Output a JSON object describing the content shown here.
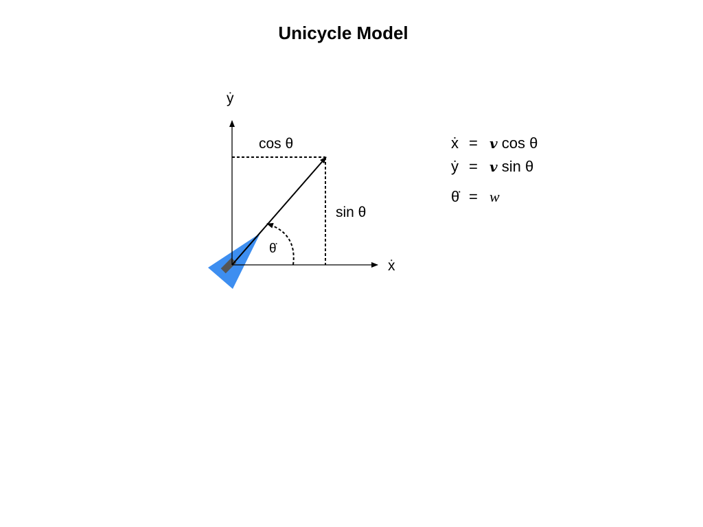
{
  "title": "Unicycle Model",
  "diagram": {
    "y_axis_label": "ẏ",
    "x_axis_label": "ẋ",
    "horizontal_component_label": "cos θ",
    "vertical_component_label": "sin θ",
    "angle_label": "θ̇",
    "vehicle_color": "#3d8ef0",
    "wheel_color": "#555555"
  },
  "equations": [
    {
      "lhs": "ẋ",
      "op": "=",
      "factor": "v",
      "rhs": "cos θ"
    },
    {
      "lhs": "ẏ",
      "op": "=",
      "factor": "v",
      "rhs": "sin θ"
    },
    {
      "lhs": "θ̇",
      "op": "=",
      "factor": "",
      "rhs": "w"
    }
  ]
}
